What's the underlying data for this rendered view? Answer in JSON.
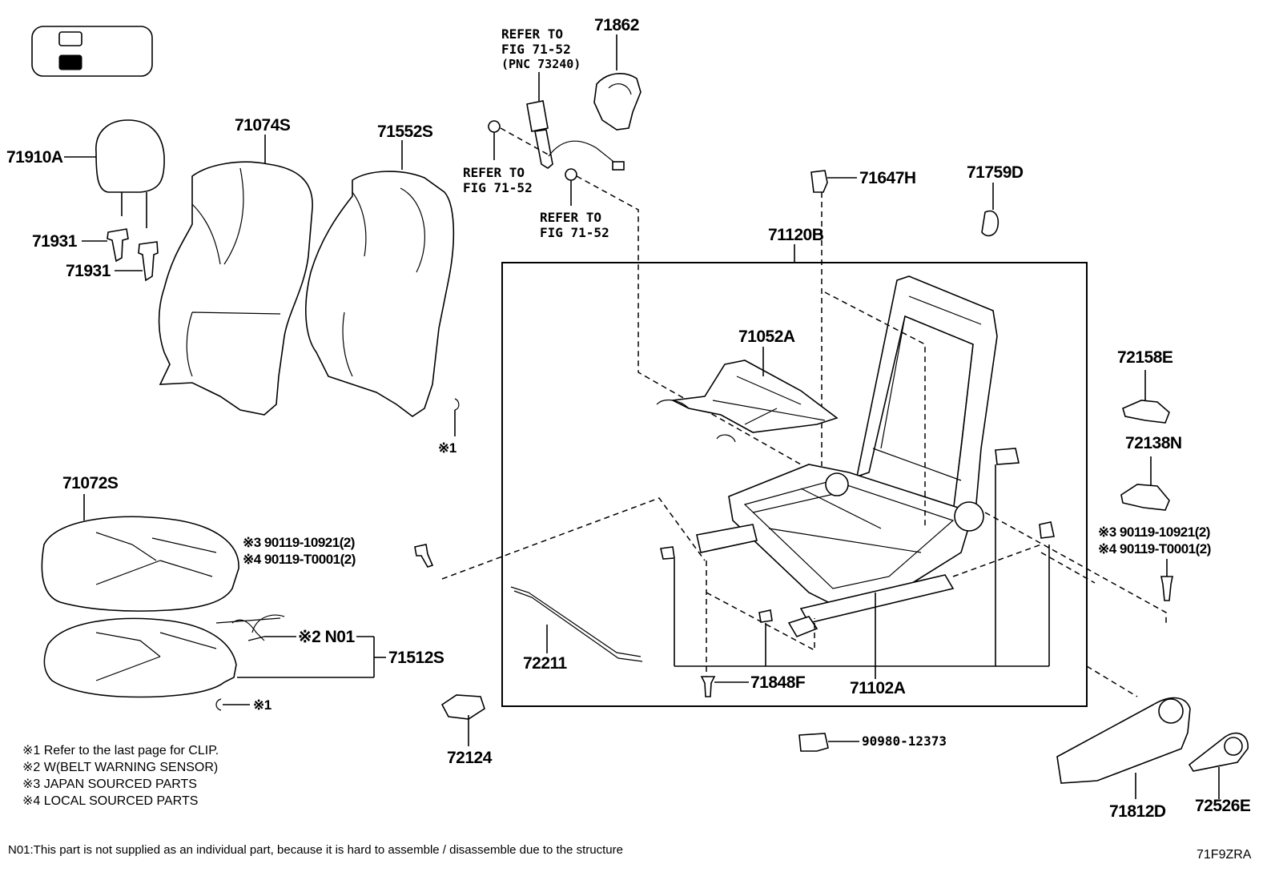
{
  "labels": {
    "refer_to_fig_7152_pnc": [
      "REFER TO",
      "FIG 71-52",
      "(PNC 73240)"
    ],
    "p71862": "71862",
    "refer_to_fig_7152_a": [
      "REFER TO",
      "FIG 71-52"
    ],
    "refer_to_fig_7152_b": [
      "REFER TO",
      "FIG 71-52"
    ],
    "p71647H": "71647H",
    "p71759D": "71759D",
    "p71910A": "71910A",
    "p71074S": "71074S",
    "p71552S": "71552S",
    "p71931_a": "71931",
    "p71931_b": "71931",
    "p71120B": "71120B",
    "p71052A": "71052A",
    "p72158E": "72158E",
    "p72138N": "72138N",
    "p71072S": "71072S",
    "clip_ref_upper": "※1",
    "bolt_left_line1": "※3 90119-10921(2)",
    "bolt_left_line2": "※4 90119-T0001(2)",
    "bolt_right_line1": "※3 90119-10921(2)",
    "bolt_right_line2": "※4 90119-T0001(2)",
    "n01_ref": "※2 N01",
    "p71512S": "71512S",
    "clip_ref_lower": "※1",
    "p72211": "72211",
    "p71848F": "71848F",
    "p71102A": "71102A",
    "p72124": "72124",
    "p90980": "90980-12373",
    "p71812D": "71812D",
    "p72526E": "72526E",
    "diagram_code": "71F9ZRA"
  },
  "notes": [
    "※1  Refer to the last page for CLIP.",
    "※2  W(BELT WARNING SENSOR)",
    "※3  JAPAN SOURCED PARTS",
    "※4  LOCAL SOURCED PARTS"
  ],
  "footer_note": "N01:This part is not supplied as an individual part, because it is hard to assemble / disassemble due to the structure"
}
